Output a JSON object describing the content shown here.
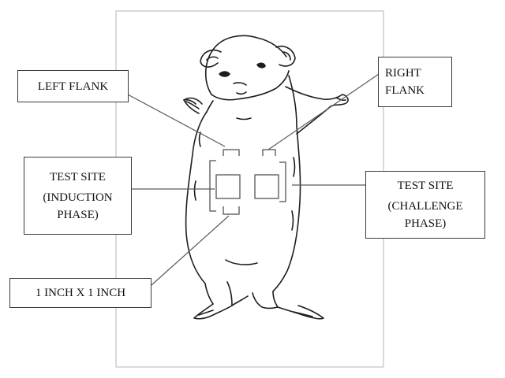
{
  "labels": {
    "left_flank": "LEFT FLANK",
    "right_flank": [
      "RIGHT",
      "FLANK"
    ],
    "test_site_induction": [
      "TEST SITE",
      "(INDUCTION",
      "PHASE)"
    ],
    "test_site_challenge": [
      "TEST SITE",
      "(CHALLENGE",
      "PHASE)"
    ],
    "patch_size": "1 INCH X 1 INCH"
  }
}
